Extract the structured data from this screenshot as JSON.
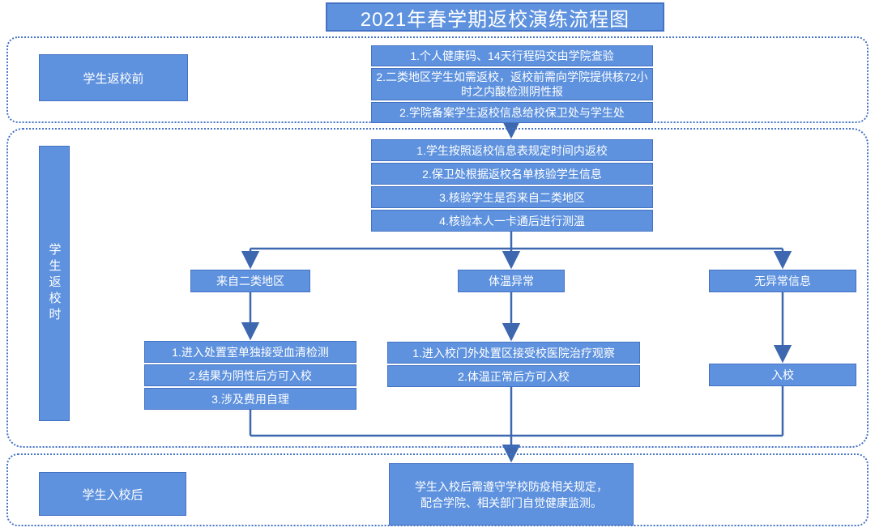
{
  "title": "2021年春学期返校演练流程图",
  "colors": {
    "box_fill": "#5E92DE",
    "box_border": "#4472C4",
    "container_border": "#4472C4",
    "connector": "#3D68B0",
    "text": "#FFFFFF"
  },
  "sections": {
    "before": {
      "label": "学生返校前",
      "steps": [
        "1.个人健康码、14天行程码交由学院查验",
        "2.二类地区学生如需返校，返校前需向学院提供核72小时之内酸检测阴性报",
        "2.学院备案学生返校信息给校保卫处与学生处"
      ]
    },
    "during": {
      "label": "学生返校时",
      "steps": [
        "1.学生按照返校信息表规定时间内返校",
        "2.保卫处根据返校名单核验学生信息",
        "3.核验学生是否来自二类地区",
        "4.核验本人一卡通后进行测温"
      ],
      "branches": [
        {
          "condition": "来自二类地区",
          "actions": [
            "1.进入处置室单独接受血清检测",
            "2.结果为阴性后方可入校",
            "3.涉及费用自理"
          ]
        },
        {
          "condition": "体温异常",
          "actions": [
            "1.进入校门外处置区接受校医院治疗观察",
            "2.体温正常后方可入校"
          ]
        },
        {
          "condition": "无异常信息",
          "actions": [
            "入校"
          ]
        }
      ]
    },
    "after": {
      "label": "学生入校后",
      "note_line1": "学生入校后需遵守学校防疫相关规定，",
      "note_line2": "配合学院、相关部门自觉健康监测。"
    }
  }
}
